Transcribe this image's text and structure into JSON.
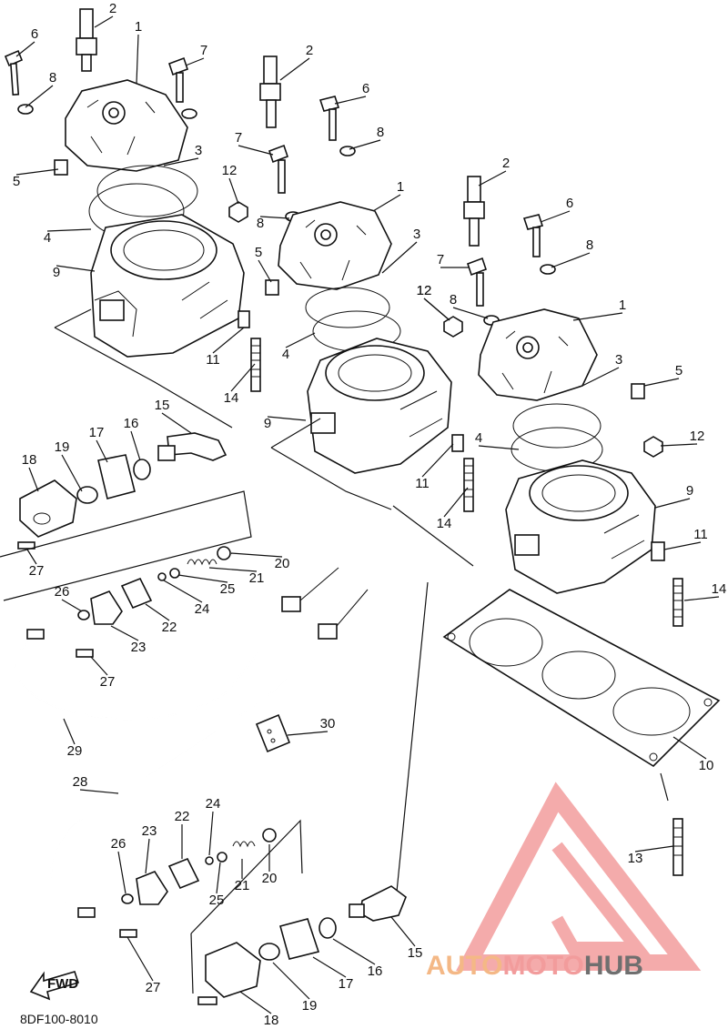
{
  "diagram_code": "8DF100-8010",
  "fwd_label": "FWD",
  "logo": {
    "part1": "AUTO",
    "part2": "MOTO",
    "part3": "HUB",
    "color1": "#f4b886",
    "color2": "#f29c9c",
    "color3": "#6f6f6f"
  },
  "callouts": [
    {
      "n": "1"
    },
    {
      "n": "2"
    },
    {
      "n": "6"
    },
    {
      "n": "7"
    },
    {
      "n": "8"
    },
    {
      "n": "3"
    },
    {
      "n": "5"
    },
    {
      "n": "12"
    },
    {
      "n": "4"
    },
    {
      "n": "9"
    },
    {
      "n": "11"
    },
    {
      "n": "14"
    },
    {
      "n": "2"
    },
    {
      "n": "6"
    },
    {
      "n": "7"
    },
    {
      "n": "8"
    },
    {
      "n": "1"
    },
    {
      "n": "8"
    },
    {
      "n": "3"
    },
    {
      "n": "5"
    },
    {
      "n": "12"
    },
    {
      "n": "4"
    },
    {
      "n": "9"
    },
    {
      "n": "11"
    },
    {
      "n": "14"
    },
    {
      "n": "2"
    },
    {
      "n": "6"
    },
    {
      "n": "7"
    },
    {
      "n": "8"
    },
    {
      "n": "1"
    },
    {
      "n": "12"
    },
    {
      "n": "8"
    },
    {
      "n": "3"
    },
    {
      "n": "5"
    },
    {
      "n": "4"
    },
    {
      "n": "12"
    },
    {
      "n": "9"
    },
    {
      "n": "11"
    },
    {
      "n": "14"
    },
    {
      "n": "15"
    },
    {
      "n": "16"
    },
    {
      "n": "17"
    },
    {
      "n": "19"
    },
    {
      "n": "18"
    },
    {
      "n": "27"
    },
    {
      "n": "20"
    },
    {
      "n": "21"
    },
    {
      "n": "25"
    },
    {
      "n": "24"
    },
    {
      "n": "26"
    },
    {
      "n": "22"
    },
    {
      "n": "23"
    },
    {
      "n": "27"
    },
    {
      "n": "29"
    },
    {
      "n": "30"
    },
    {
      "n": "28"
    },
    {
      "n": "10"
    },
    {
      "n": "13"
    },
    {
      "n": "24"
    },
    {
      "n": "22"
    },
    {
      "n": "23"
    },
    {
      "n": "26"
    },
    {
      "n": "21"
    },
    {
      "n": "20"
    },
    {
      "n": "25"
    },
    {
      "n": "27"
    },
    {
      "n": "18"
    },
    {
      "n": "19"
    },
    {
      "n": "17"
    },
    {
      "n": "16"
    },
    {
      "n": "15"
    }
  ]
}
